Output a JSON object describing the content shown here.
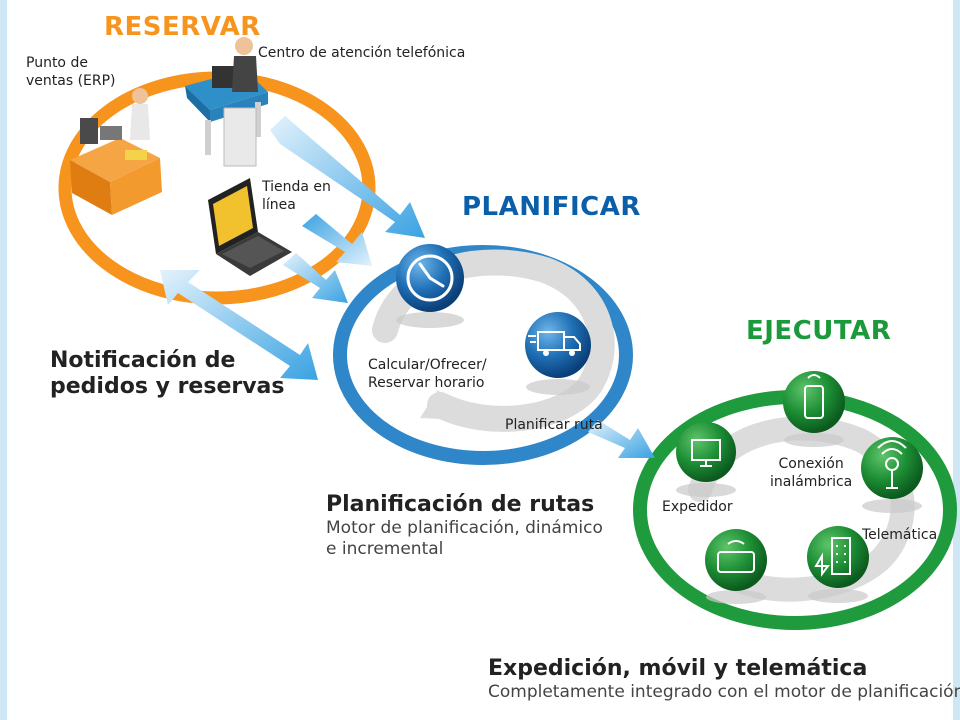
{
  "stages": {
    "reservar": {
      "title": "RESERVAR",
      "color": "#f7941d"
    },
    "planificar": {
      "title": "PLANIFICAR",
      "color": "#0a5fa8"
    },
    "ejecutar": {
      "title": "EJECUTAR",
      "color": "#1a9a3a"
    }
  },
  "reservar_labels": {
    "pos_line1": "Punto de",
    "pos_line2": "ventas (ERP)",
    "call_center": "Centro de atención telefónica",
    "online_line1": "Tienda en",
    "online_line2": "línea"
  },
  "notification": {
    "line1": "Notificación de",
    "line2": "pedidos y reservas"
  },
  "planificar_labels": {
    "calc_line1": "Calcular/Ofrecer/",
    "calc_line2": "Reservar horario",
    "route": "Planificar ruta"
  },
  "planning_caption": {
    "title": "Planificación de rutas",
    "line1": "Motor de planificación, dinámico",
    "line2": "e incremental"
  },
  "ejecutar_labels": {
    "dispatcher": "Expedidor",
    "wireless_line1": "Conexión",
    "wireless_line2": "inalámbrica",
    "telematics": "Telemática"
  },
  "execution_caption": {
    "title": "Expedición, móvil y telemática",
    "line1": "Completamente integrado con el motor de planificación"
  },
  "icons": [
    "clock-icon",
    "truck-icon",
    "monitor-icon",
    "smartphone-icon",
    "telematics-icon",
    "mobile-device-icon",
    "building-icon",
    "laptop-icon",
    "cash-register-icon",
    "call-center-agent-icon"
  ]
}
